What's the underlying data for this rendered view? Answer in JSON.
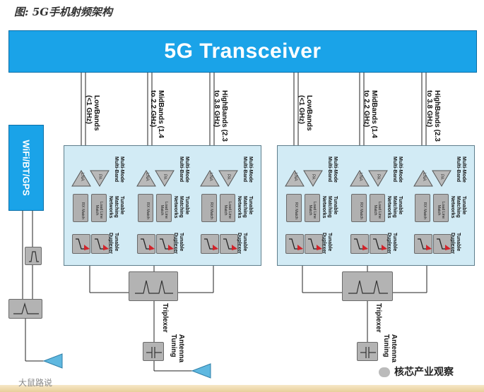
{
  "caption": "图: 5G手机射频架构",
  "transceiver": {
    "label": "5G Transceiver"
  },
  "wifi": {
    "label": "WiFi/BT/GPS"
  },
  "bands": {
    "low": "LowBands (<1 GHz)",
    "mid": "MidBands (1.4 to 2.2 GHz)",
    "high": "HighBands (2.3 to 3.8 GHz)"
  },
  "blocks": {
    "lna": "LNA",
    "pa": "PA",
    "rx_match": "RX Match",
    "load_line_match": "Load Line Match",
    "pa_label": "Multi-Mode Multi-Band",
    "match_label": "Tunable Matching Networks",
    "duplexer_label": "Tunable Duplexer",
    "triplexer": "Triplexer",
    "antenna_tuning": "Antenna Tuning"
  },
  "watermarks": {
    "left": "大鼠路说",
    "brand": "核芯产业观察"
  },
  "colors": {
    "transceiver_fill": "#1aa3e8",
    "panel_fill": "#d2ebf5",
    "antenna_fill": "#5fb8e0"
  }
}
